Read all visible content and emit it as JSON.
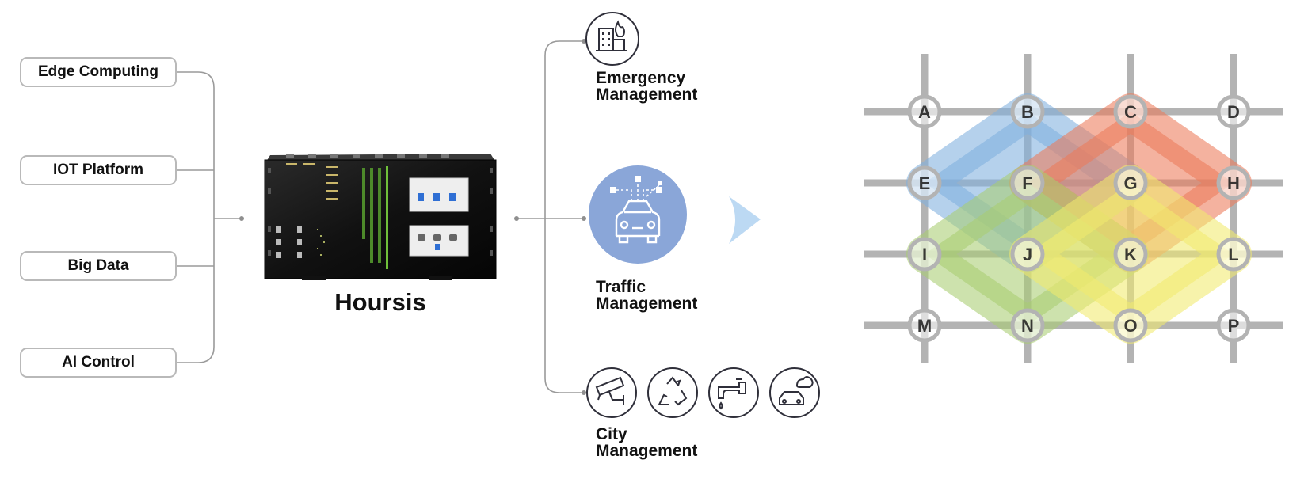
{
  "inputs": [
    {
      "label": "Edge Computing"
    },
    {
      "label": "IOT Platform"
    },
    {
      "label": "Big Data"
    },
    {
      "label": "AI Control"
    }
  ],
  "device": {
    "title": "Hoursis"
  },
  "applications": {
    "emergency": {
      "line1": "Emergency",
      "line2": "Management",
      "icon": "building-fire-icon"
    },
    "traffic": {
      "line1": "Traffic",
      "line2": "Management",
      "icon": "connected-car-icon"
    },
    "city": {
      "line1": "City",
      "line2": "Management",
      "icons": [
        "cctv-camera-icon",
        "recycle-icon",
        "water-tap-icon",
        "car-emission-icon"
      ]
    }
  },
  "grid": {
    "nodes": [
      "A",
      "B",
      "C",
      "D",
      "E",
      "F",
      "G",
      "H",
      "I",
      "J",
      "K",
      "L",
      "M",
      "N",
      "O",
      "P"
    ],
    "zones": [
      {
        "color": "#7fb0de",
        "nodes": [
          "B",
          "E",
          "J",
          "G"
        ]
      },
      {
        "color": "#ec7a5a",
        "nodes": [
          "C",
          "F",
          "K",
          "H"
        ]
      },
      {
        "color": "#a9cd72",
        "nodes": [
          "F",
          "I",
          "N",
          "K"
        ]
      },
      {
        "color": "#f2ea6e",
        "nodes": [
          "G",
          "J",
          "O",
          "L"
        ]
      }
    ]
  },
  "colors": {
    "pill_border": "#b9b9b9",
    "connector": "#999999",
    "traffic_circle": "#8aa6d8",
    "arrow": "#bcd9f3",
    "grid_line": "#b3b3b3"
  }
}
